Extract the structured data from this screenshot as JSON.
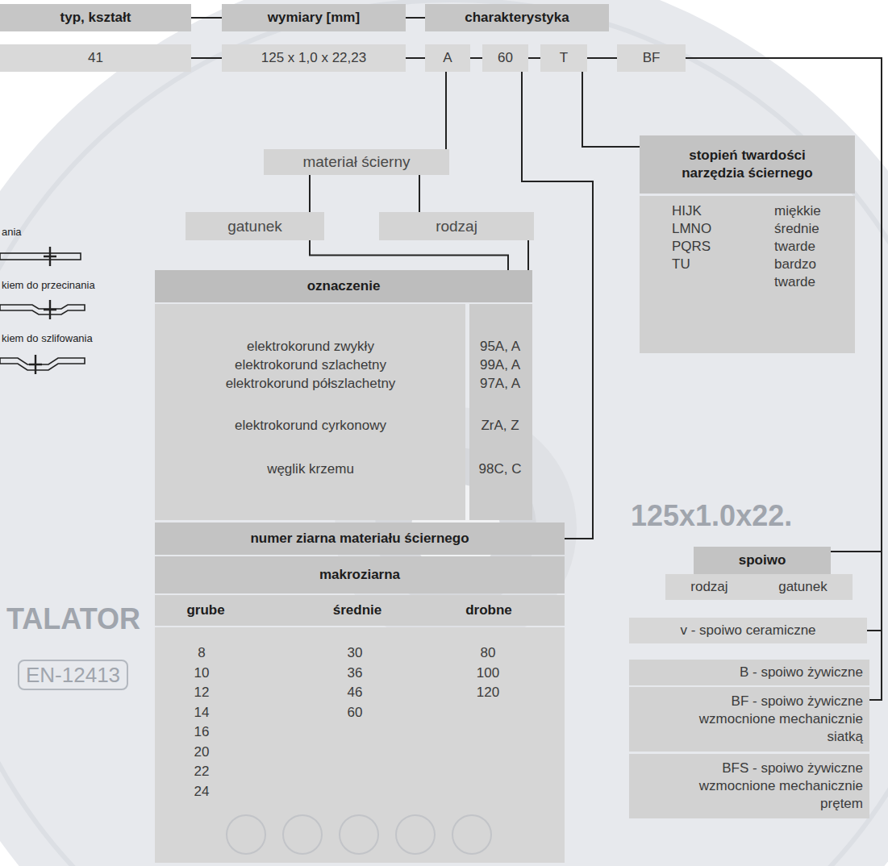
{
  "diagram": {
    "nodes": [
      {
        "text": [
          "typ, kształt"
        ]
      },
      {
        "text": [
          "wymiary [mm]"
        ]
      },
      {
        "text": [
          "charakterystyka"
        ]
      },
      {
        "text": [
          "41"
        ]
      },
      {
        "text": [
          "125 x 1,0 x 22,23"
        ]
      },
      {
        "text": [
          "A"
        ]
      },
      {
        "text": [
          "60"
        ]
      },
      {
        "text": [
          "T"
        ]
      },
      {
        "text": [
          "BF"
        ]
      },
      {
        "text": [
          "materiał ścierny"
        ]
      },
      {
        "text": [
          "gatunek"
        ]
      },
      {
        "text": [
          "rodzaj"
        ]
      },
      {
        "text": [
          "oznaczenie"
        ]
      },
      {
        "text": [
          "numer ziarna materiału ściernego"
        ]
      },
      {
        "text": [
          "makroziarna"
        ]
      },
      {
        "text": [
          "stopień twardości narzędzia ściernego"
        ]
      },
      {
        "text": [
          "HIJK LMNO PQRS TU",
          "miękkie średnie twarde bardzo twarde"
        ]
      },
      {
        "text": [
          "spoiwo"
        ]
      },
      {
        "text": [
          "rodzaj",
          "gatunek"
        ]
      },
      {
        "text": [
          "v - spoiwo ceramiczne"
        ]
      },
      {
        "text": [
          "B - spoiwo żywiczne"
        ]
      },
      {
        "text": [
          "BF - spoiwo żywiczne wzmocnione mechanicznie siatką"
        ]
      },
      {
        "text": [
          "BFS - spoiwo żywiczne wzmocnione mechanicznie prętem"
        ]
      }
    ],
    "edges": [
      {
        "from": 0,
        "to": 1,
        "arrow": "none"
      },
      {
        "from": 1,
        "to": 2,
        "arrow": "none"
      },
      {
        "from": 3,
        "to": 4,
        "arrow": "none"
      },
      {
        "from": 4,
        "to": 5,
        "arrow": "none"
      },
      {
        "from": 5,
        "to": 6,
        "arrow": "none"
      },
      {
        "from": 6,
        "to": 7,
        "arrow": "none"
      },
      {
        "from": 7,
        "to": 8,
        "arrow": "none"
      },
      {
        "from": 5,
        "to": 9,
        "arrow": "none"
      },
      {
        "from": 9,
        "to": 10,
        "arrow": "none"
      },
      {
        "from": 9,
        "to": 11,
        "arrow": "none"
      },
      {
        "from": 10,
        "to": 12,
        "arrow": "none"
      },
      {
        "from": 11,
        "to": 12,
        "arrow": "none"
      },
      {
        "from": 6,
        "to": 13,
        "arrow": "none"
      },
      {
        "from": 7,
        "to": 15,
        "arrow": "none"
      },
      {
        "from": 8,
        "to": 17,
        "arrow": "none"
      },
      {
        "from": 8,
        "to": 19,
        "arrow": "none"
      },
      {
        "from": 8,
        "to": 21,
        "arrow": "none"
      }
    ],
    "labels": [
      "ania",
      "kiem do przecinania",
      "kiem do szlifowania",
      "elektrokorund zwykły",
      "95A, A",
      "elektrokorund szlachetny",
      "99A, A",
      "elektrokorund półszlachetny",
      "97A, A",
      "elektrokorund cyrkonowy",
      "ZrA, Z",
      "węglik krzemu",
      "98C, C",
      "grube",
      "średnie",
      "drobne",
      "8",
      "10",
      "12",
      "14",
      "16",
      "20",
      "22",
      "24",
      "30",
      "36",
      "46",
      "60",
      "80",
      "100",
      "120",
      "TALATOR",
      "EN-12413",
      "125x1.0x22."
    ]
  }
}
